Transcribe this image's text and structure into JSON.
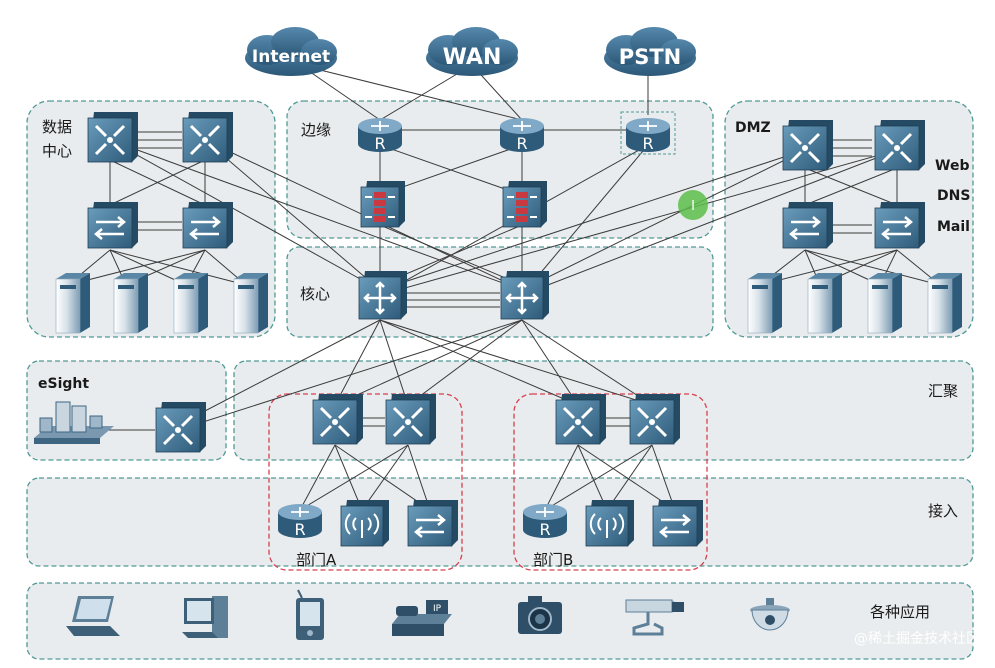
{
  "clouds": [
    {
      "id": "internet",
      "label": "Internet"
    },
    {
      "id": "wan",
      "label": "WAN"
    },
    {
      "id": "pstn",
      "label": "PSTN"
    }
  ],
  "zones": {
    "datacenter": "数据\n中心",
    "edge": "边缘",
    "dmz": "DMZ",
    "core": "核心",
    "esight": "eSight",
    "aggregation": "汇聚",
    "access": "接入",
    "apps": "各种应用"
  },
  "dmz_services": [
    "Web",
    "DNS",
    "Mail"
  ],
  "departments": [
    "部门A",
    "部门B"
  ],
  "device_glyphs": {
    "router": "R",
    "ip_phone": "IP"
  },
  "watermark": "@稀土掘金技术社区",
  "colors": {
    "zone_fill": "#e9ecee",
    "zone_border": "#4f9a96",
    "department_border": "#d8404f",
    "device_blue": "#3d6d8e",
    "cloud_blue": "#3b6c8f"
  }
}
